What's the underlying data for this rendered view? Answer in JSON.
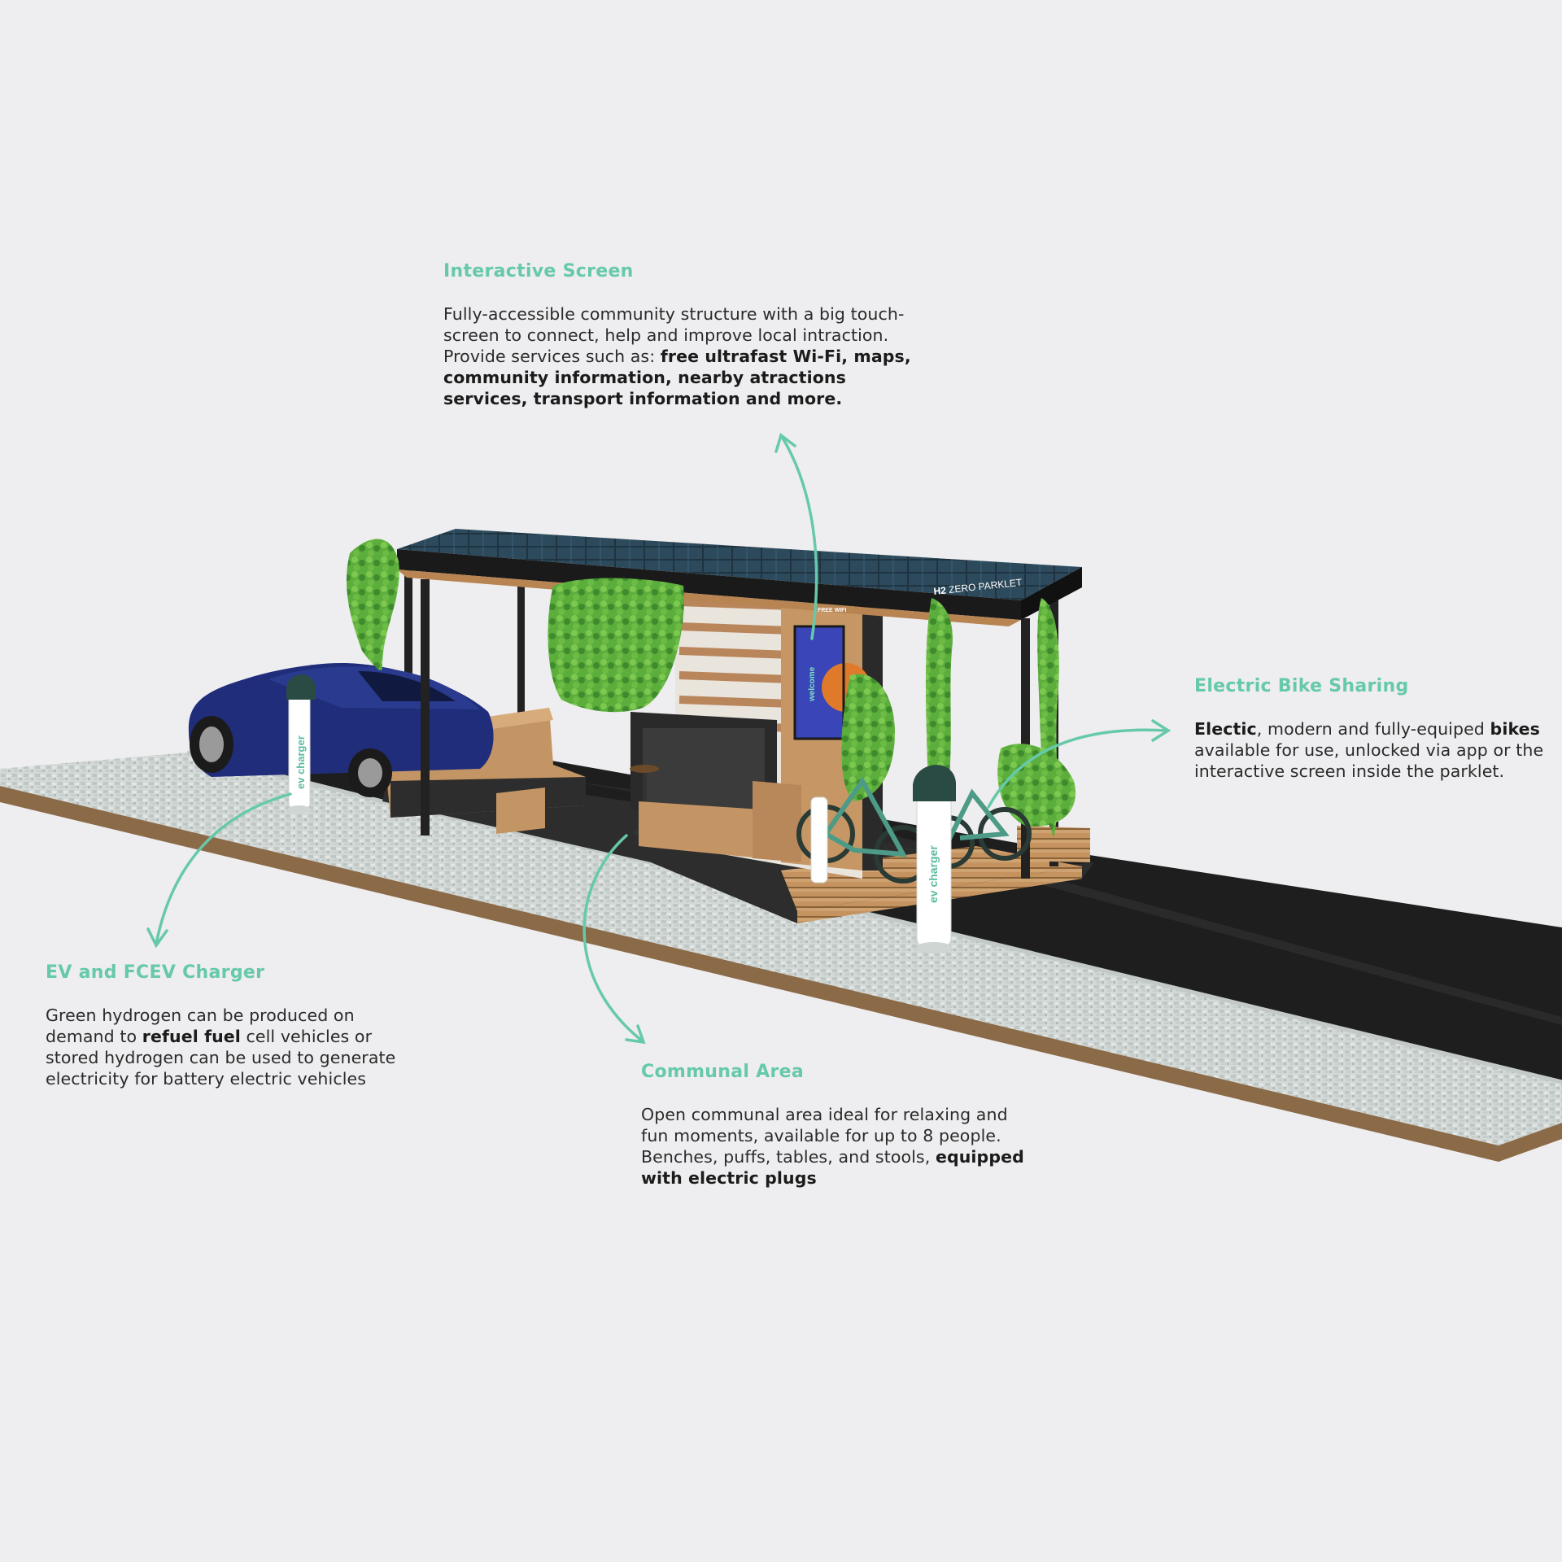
{
  "colors": {
    "background": "#eeedef",
    "accent": "#66c9a9",
    "text": "#2a2a2a",
    "road": "#1c1c1c",
    "pavement": "#d2d8d6",
    "soil": "#8f6a43",
    "wood": "#c49564",
    "car": "#1f2d7a",
    "plants": "#4a9a35"
  },
  "scene": {
    "roof_sign": "H2 ZERO PARKLET",
    "roof_sign_prefix": "H2",
    "roof_sign_suffix": "ZERO PARKLET",
    "screen_text": "welcome",
    "charger_label": "ev charger",
    "wall_sign": "FREE WIFI"
  },
  "callouts": {
    "interactive_screen": {
      "title": "Interactive Screen",
      "text_1": "Fully-accessible community structure with a big touch-screen to connect, help and improve local intraction. Provide services such as: ",
      "bold_1": "free ultrafast Wi-Fi, maps, community information, nearby atractions services, transport information and more."
    },
    "electric_bike": {
      "title": "Electric Bike Sharing",
      "bold_1": "Electic",
      "text_1": ", modern and fully-equiped ",
      "bold_2": "bikes",
      "text_2": " available for use, unlocked via app or the interactive screen inside the parklet."
    },
    "ev_charger": {
      "title": "EV and FCEV Charger",
      "text_1": "Green hydrogen can be produced on demand to ",
      "bold_1": "refuel fuel",
      "text_2": " cell vehicles or stored hydrogen can be used to generate electricity for battery electric vehicles"
    },
    "communal_area": {
      "title": "Communal Area",
      "text_1": "Open communal area ideal for relaxing and fun moments, available for up to 8 people. Benches, puffs, tables, and stools, ",
      "bold_1": "equipped with electric plugs"
    }
  }
}
